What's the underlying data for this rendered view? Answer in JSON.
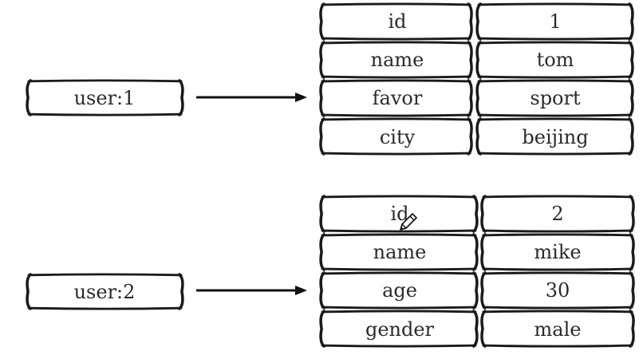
{
  "records": [
    {
      "key": "user:1",
      "fields": [
        {
          "field": "id",
          "value": "1"
        },
        {
          "field": "name",
          "value": "tom"
        },
        {
          "field": "favor",
          "value": "sport"
        },
        {
          "field": "city",
          "value": "beijing"
        }
      ]
    },
    {
      "key": "user:2",
      "fields": [
        {
          "field": "id",
          "value": "2"
        },
        {
          "field": "name",
          "value": "mike"
        },
        {
          "field": "age",
          "value": "30"
        },
        {
          "field": "gender",
          "value": "male"
        }
      ]
    }
  ],
  "icons": {
    "cursor": "pencil-cursor-icon"
  },
  "colors": {
    "stroke": "#1a1a1a",
    "text": "#2a2a2a"
  }
}
